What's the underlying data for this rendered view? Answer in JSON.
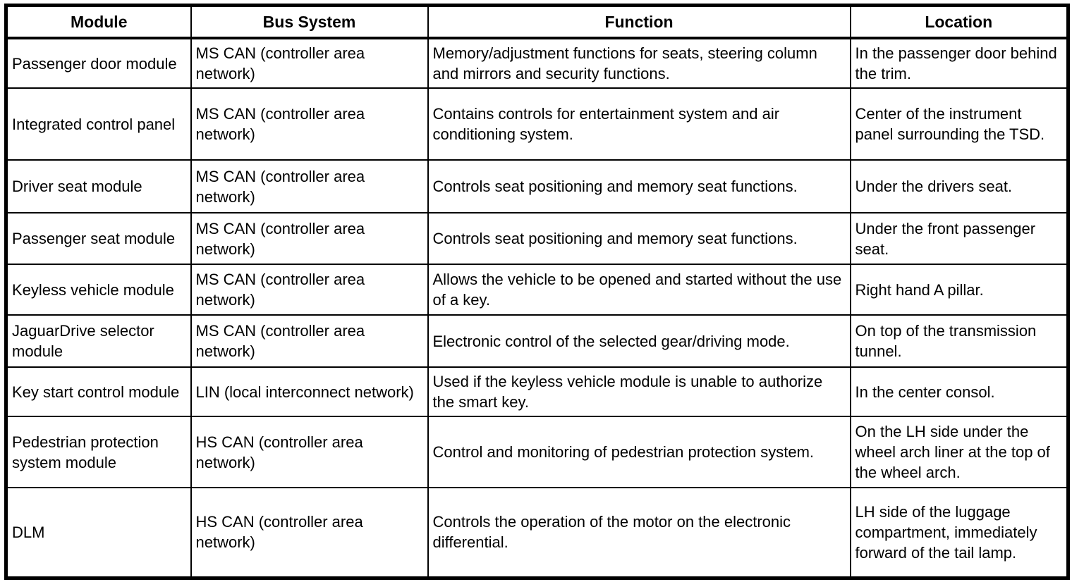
{
  "colors": {
    "border": "#000000",
    "text": "#000000",
    "background": "#ffffff"
  },
  "table": {
    "headers": [
      "Module",
      "Bus System",
      "Function",
      "Location"
    ],
    "rows": [
      {
        "module": "Passenger door module",
        "bus_system": "MS CAN (controller area network)",
        "function": "Memory/adjustment functions for seats, steering column and mirrors and security functions.",
        "location": "In the passenger door behind the trim."
      },
      {
        "module": "Integrated control panel",
        "bus_system": "MS CAN (controller area network)",
        "function": "Contains controls for entertainment system and air conditioning system.",
        "location": "Center of the instrument panel surrounding the TSD."
      },
      {
        "module": "Driver seat module",
        "bus_system": "MS CAN (controller area network)",
        "function": "Controls seat positioning and memory seat functions.",
        "location": "Under the drivers seat."
      },
      {
        "module": "Passenger seat module",
        "bus_system": "MS CAN (controller area network)",
        "function": "Controls seat positioning and memory seat functions.",
        "location": "Under the front passenger seat."
      },
      {
        "module": "Keyless vehicle module",
        "bus_system": "MS CAN (controller area network)",
        "function": "Allows the vehicle to be opened and started without the use of a key.",
        "location": "Right hand A pillar."
      },
      {
        "module": "JaguarDrive selector module",
        "bus_system": "MS CAN (controller area network)",
        "function": "Electronic control of the selected gear/driving mode.",
        "location": "On top of the transmission tunnel."
      },
      {
        "module": "Key start control module",
        "bus_system": "LIN (local interconnect network)",
        "function": "Used if the keyless vehicle module is unable to authorize the smart key.",
        "location": "In the center consol."
      },
      {
        "module": "Pedestrian protection system module",
        "bus_system": "HS CAN (controller area network)",
        "function": "Control and monitoring of pedestrian protection system.",
        "location": "On the LH side under the wheel arch liner at the top of the wheel arch."
      },
      {
        "module": "DLM",
        "bus_system": "HS CAN (controller area network)",
        "function": "Controls the operation of the motor on the electronic differential.",
        "location": "LH side of the luggage compartment, immediately forward of the tail lamp."
      }
    ]
  }
}
